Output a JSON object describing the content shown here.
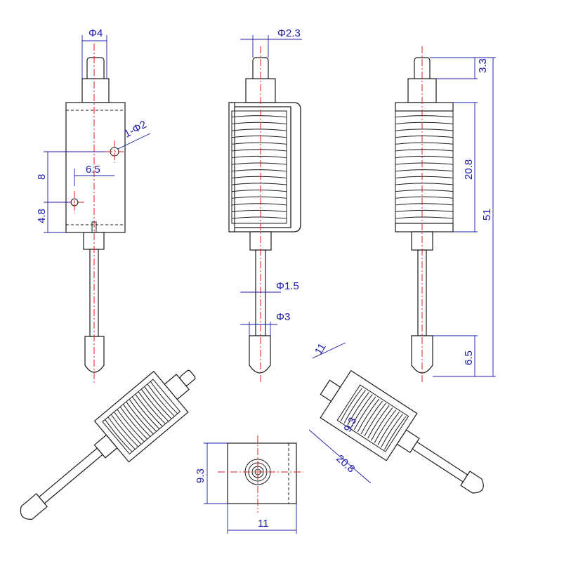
{
  "drawing": {
    "views": [
      "front",
      "side",
      "rear",
      "bottom-iso-left",
      "end",
      "bottom-iso-right"
    ]
  },
  "dimensions": {
    "plunger_dia": "Φ4",
    "shaft_dia": "Φ2.3",
    "top_length": "3.3",
    "hole_spec": "1-Φ2",
    "hole_offset_x": "6.5",
    "hole_offset_y": "8",
    "hole_offset_y2": "4.8",
    "body_length": "20.8",
    "total_length": "51",
    "rod_dia": "Φ1.5",
    "tip_dia": "Φ3",
    "tip_length": "6.5",
    "end_height": "9.3",
    "end_width": "11",
    "iso_width": "11",
    "iso_height": "9.3",
    "iso_length": "20.8"
  },
  "colors": {
    "dimension": "#1a1aa8",
    "centerline": "#e01a1a",
    "outline": "#1a1a1a"
  }
}
